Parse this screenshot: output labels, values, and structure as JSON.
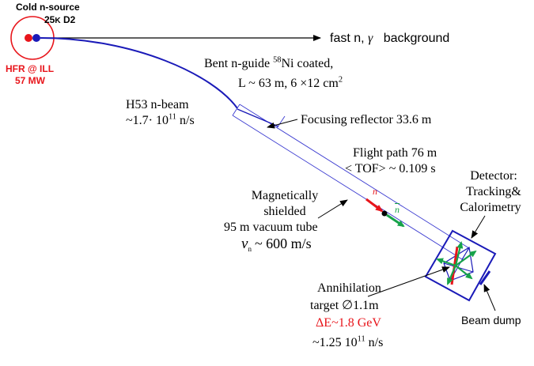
{
  "source": {
    "title": "Cold n-source",
    "temp": "25",
    "temp_unit": "K",
    "moderator": "D2",
    "reactor": "HFR @ ILL",
    "power": "57 MW"
  },
  "background": {
    "prefix": "fast n,",
    "gamma": "γ",
    "suffix": "background"
  },
  "guide": {
    "line1_prefix": "Bent n-guide",
    "isotope_mass": "58",
    "line1_suffix": "Ni coated,",
    "line2": "L ~ 63 m, 6 ×12 cm",
    "line2_exp": "2"
  },
  "beam": {
    "name": "H53 n-beam",
    "flux_mantissa": "~1.7· 10",
    "flux_exp": "11",
    "flux_unit": "n/s"
  },
  "reflector": {
    "label": "Focusing reflector 33.6 m"
  },
  "flight": {
    "line1": "Flight path 76 m",
    "line2": "< TOF> ~ 0.109 s"
  },
  "shield": {
    "line1": "Magnetically",
    "line2": "shielded",
    "line3": "95 m vacuum tube",
    "v": "v",
    "v_sub": "n",
    "v_rest": "~ 600 m/s"
  },
  "particles": {
    "n": "n",
    "nbar": "n"
  },
  "detector": {
    "line1": "Detector:",
    "line2": "Tracking&",
    "line3": "Calorimetry"
  },
  "target": {
    "line1": "Annihilation",
    "line2_prefix": "target",
    "line2_sym": "∅",
    "line2_val": "1.1m",
    "energy": "ΔE~1.8 GeV",
    "flux_mantissa": "~1.25 10",
    "flux_exp": "11",
    "flux_unit": "n/s"
  },
  "dump": {
    "label": "Beam dump"
  },
  "colors": {
    "reactor_red": "#e8151b",
    "beam_blue": "#1a1ab8",
    "neutron_red": "#e8151b",
    "antineutron_green": "#17a34a"
  }
}
